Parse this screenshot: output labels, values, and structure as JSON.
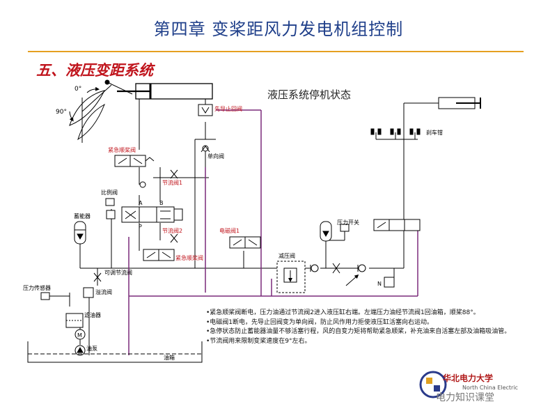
{
  "title": "第四章  变桨距风力发电机组控制",
  "section": "五、液压变距系统",
  "state_label": "液压系统停机状态",
  "labels": {
    "angle_0": "0°",
    "angle_90": "90°",
    "pilot_check": "先导止回阀",
    "check_valve": "单向阀",
    "emergency_1": "紧急顺桨阀",
    "emergency_2": "紧急顺桨阀",
    "throttle_1": "节流阀1",
    "throttle_2": "节流阀2",
    "proportional": "比例阀",
    "port_a": "A",
    "port_b": "B",
    "port_p": "P",
    "accumulator": "蓄能器",
    "solenoid_1": "电磁阀1",
    "pressure_relief": "减压阀",
    "pressure_switch": "压力开关",
    "brake": "刹车钳",
    "adjustable_throttle": "可调节流阀",
    "overflow": "溢流阀",
    "pressure_sensor": "压力传感器",
    "filter": "滤油器",
    "pump": "油泵",
    "motor": "M",
    "tank": "油箱",
    "valve_n": "N"
  },
  "notes": [
    "•紧急顺桨阀断电，压力油通过节流阀2进入液压缸右端。左端压力油经节流阀1回油箱，顺桨88°。",
    "•电磁阀1断电，先导止回阀变为单向阀，防止风作用力拒使液压缸活塞向右运动。",
    "•急停状态防止蓄能器油量不够活塞行程，风的自变力矩将帮助紧急顺桨，补充油来自活塞左部及油箱吸油管。",
    "•节流阀用来限制变桨速度在9°左右。"
  ],
  "logo": {
    "name": "华北电力大学",
    "sub": "North China Electric"
  },
  "watermark": "电力知识课堂"
}
